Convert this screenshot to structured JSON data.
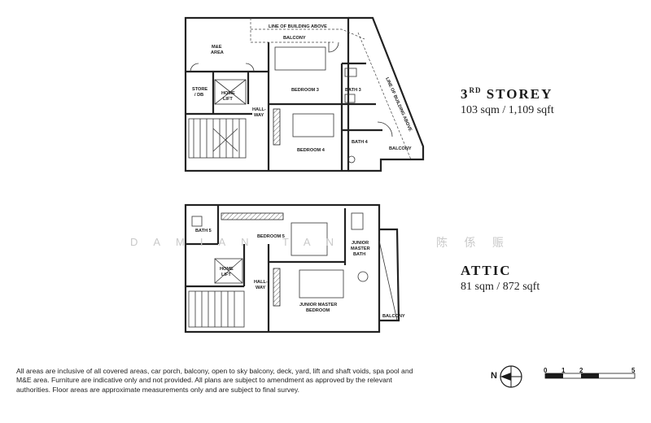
{
  "third_storey": {
    "title_main": "3",
    "title_sup": "RD",
    "title_rest": "STOREY",
    "area": "103 sqm / 1,109 sqft",
    "rooms": {
      "me_area_1": "M&E",
      "me_area_2": "AREA",
      "line_above": "LINE OF BUILDING ABOVE",
      "balcony_top": "BALCONY",
      "bedroom3": "BEDROOM 3",
      "bath3": "BATH 3",
      "store_1": "STORE",
      "store_2": "/ DB",
      "home_lift_1": "HOME",
      "home_lift_2": "LIFT",
      "hallway_1": "HALL-",
      "hallway_2": "WAY",
      "bedroom4": "BEDROOM 4",
      "bath4": "BATH 4",
      "balcony_right": "BALCONY",
      "line_above_diag": "LINE OF BUILDING ABOVE"
    }
  },
  "attic": {
    "title": "ATTIC",
    "area": "81 sqm / 872 sqft",
    "rooms": {
      "bath5": "BATH 5",
      "bedroom5": "BEDROOM 5",
      "junior_bath_1": "JUNIOR",
      "junior_bath_2": "MASTER",
      "junior_bath_3": "BATH",
      "home_lift_1": "HOME",
      "home_lift_2": "LIFT",
      "hallway_1": "HALL-",
      "hallway_2": "WAY",
      "junior_bed_1": "JUNIOR MASTER",
      "junior_bed_2": "BEDROOM",
      "balcony": "BALCONY"
    }
  },
  "watermark": "DAMIAN TAN",
  "watermark_cjk": "陈 係 赈",
  "disclaimer": "All areas are inclusive of all covered areas, car porch, balcony, open to sky balcony, deck, yard, lift and shaft voids, spa pool and M&E area. Furniture are indicative only and not provided. All plans are subject to amendment as approved by the relevant authorities. Floor areas are approximate measurements only and are subject to final survey.",
  "north_label": "N",
  "scale": {
    "t0": "0",
    "t1": "1",
    "t2": "2",
    "t5": "5"
  }
}
